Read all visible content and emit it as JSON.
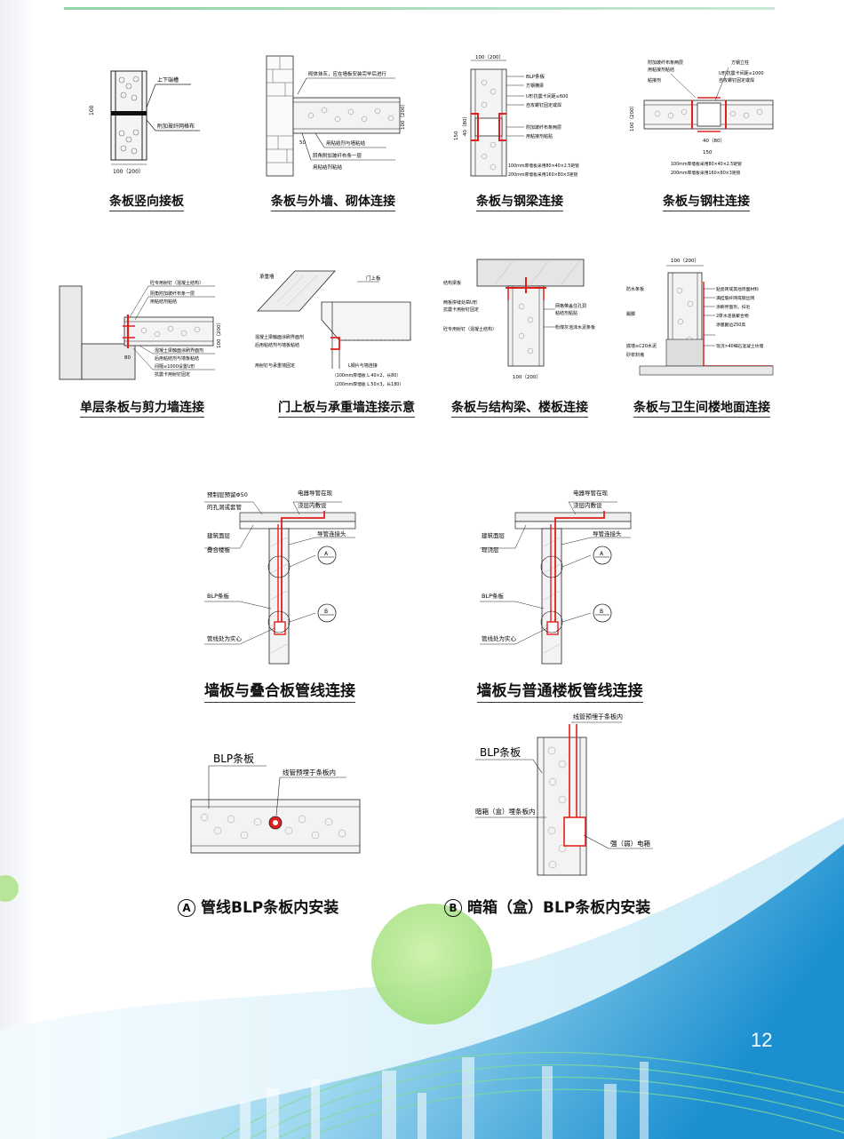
{
  "page_number": "12",
  "row1": [
    {
      "caption": "条板竖向接板",
      "labels": [
        "上下端槽",
        "附加玻纤网格布",
        "100",
        "100（200）"
      ]
    },
    {
      "caption": "条板与外墙、砌体连接",
      "labels": [
        "砌体抹灰，应在墙板安装完毕后进行",
        "100（200）",
        "用粘结剂与墙粘结",
        "阴角附加玻纤布条一层",
        "用粘结剂粘结",
        "50"
      ]
    },
    {
      "caption": "条板与钢梁连接",
      "labels": [
        "100（200）",
        "BLP条板",
        "方钢横梁",
        "U形抗震卡间距≤600",
        "自攻螺钉固定或焊",
        "附加玻纤布条两层",
        "用粘接剂粘贴",
        "150",
        "40（80）",
        "100mm厚墙板采用80×40×2.5矩管",
        "200mm厚墙板采用160×80×3矩管"
      ]
    },
    {
      "caption": "条板与钢柱连接",
      "labels": [
        "附加玻纤布条两层",
        "用粘接剂粘结",
        "粘接剂",
        "方钢立柱",
        "U形抗震卡间距≤1000",
        "自攻螺钉固定或焊",
        "100（200）",
        "40（80）",
        "150",
        "100mm厚墙板采用80×40×2.5矩管",
        "200mm厚墙板采用160×80×3矩管"
      ]
    }
  ],
  "row2": [
    {
      "caption": "单层条板与剪力墙连接",
      "labels": [
        "砼专用射钉（混凝土结构）",
        "阴角附加玻纤布条一层",
        "用粘结剂粘结",
        "混凝土梁触面涂刷界面剂",
        "后用粘结剂与墙板粘结",
        "间隔≤1000设置U形",
        "抗震卡用射钉固定",
        "80",
        "100（200）"
      ]
    },
    {
      "caption": "门上板与承重墙连接示意",
      "labels": [
        "承重墙",
        "门上板",
        "混凝土梁触面涂刷界面剂",
        "后用粘结剂与墙板粘结",
        "用射钉与承重墙固定",
        "L钢片与墙连接",
        "（100mm厚墙板 L 40×2，长80）",
        "（200mm厚墙板 L 50×3，长180）"
      ]
    },
    {
      "caption": "条板与结构梁、楼板连接",
      "labels": [
        "结构梁板",
        "两板拼缝处凿U形",
        "抗震卡用射钉固定",
        "砼专用射钉（混凝土结构）",
        "网格带盖住孔洞",
        "粘结剂粘贴",
        "粉煤灰泡沫水泥条板",
        "100（200）"
      ]
    },
    {
      "caption": "条板与卫生间楼地面连接",
      "labels": [
        "100（200）",
        "贴瓷砖或其他饰面材料",
        "满挂玻纤网或钢丝网",
        "涂刷界面剂，扫毛",
        "2厚水泥基聚合物",
        "涂膜翻边250高",
        "踢脚",
        "防水条板",
        "现浇>40细石混凝土坎墙",
        "底墙≥C20水泥",
        "砂浆封堵"
      ]
    }
  ],
  "conduit": [
    {
      "caption": "墙板与叠合板管线连接",
      "labels": [
        "预制层预留Φ50",
        "的孔洞或套管",
        "电器导管在现",
        "浇层内敷设",
        "建筑面层",
        "叠合楼板",
        "导管连接头",
        "BLP条板",
        "管线处为实心",
        "A",
        "B"
      ]
    },
    {
      "caption": "墙板与普通楼板管线连接",
      "labels": [
        "电器导管在现",
        "浇层内敷设",
        "建筑面层",
        "现浇层",
        "导管连接头",
        "BLP条板",
        "管线处为实心",
        "A",
        "B"
      ]
    }
  ],
  "install": [
    {
      "letter": "A",
      "caption": "管线BLP条板内安装",
      "labels": [
        "BLP条板",
        "线管预埋于条板内"
      ]
    },
    {
      "letter": "B",
      "caption": "暗箱（盒）BLP条板内安装",
      "labels": [
        "线管预埋于条板内",
        "BLP条板",
        "暗箱（盒）埋条板内",
        "强（弱）电箱"
      ]
    }
  ],
  "colors": {
    "accent_red": "#e0201c",
    "line": "#222222",
    "wave_blue": "#1e9ad6",
    "wave_green": "#a6e07a"
  }
}
